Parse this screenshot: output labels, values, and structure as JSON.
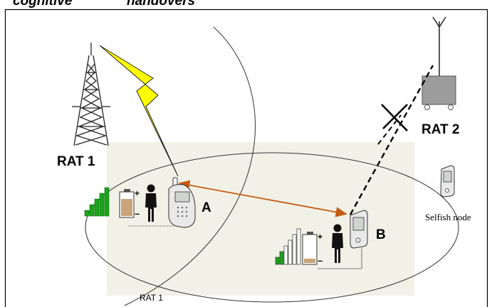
{
  "header": {
    "word1": "cognitive",
    "word2": "handovers"
  },
  "labels": {
    "rat1_tower": "RAT 1",
    "rat2": "RAT 2",
    "rat1_region": "RAT 1",
    "node_a": "A",
    "node_b": "B",
    "legend_selfish": "Selfish node"
  },
  "colors": {
    "background_zone": "#f2f1e7",
    "link_arrow": "#c55a11",
    "lightning": "#ffff00",
    "signal_green": "#1aa31a",
    "battery_fill": "#c9a37a"
  },
  "icons": {
    "tower": "lattice-tower-icon",
    "rat2_station": "base-station-icon",
    "lightning": "lightning-bolt-icon",
    "person": "person-icon",
    "phone": "mobile-phone-icon",
    "pda": "pda-device-icon",
    "battery": "battery-icon",
    "signal": "signal-bars-icon",
    "blocked": "blocked-link-icon"
  }
}
